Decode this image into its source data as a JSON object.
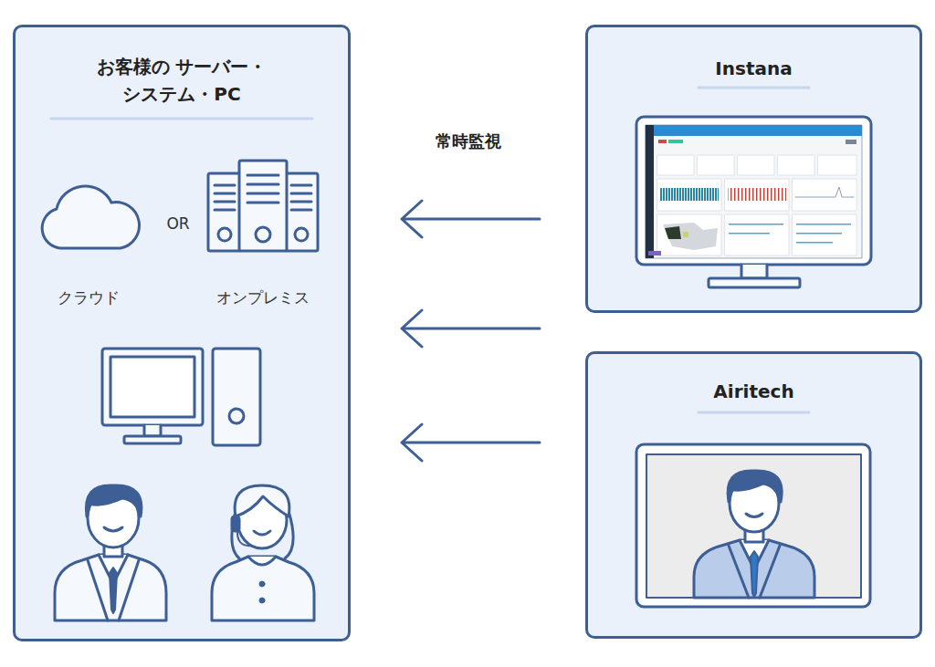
{
  "diagram": {
    "nodes": [
      {
        "text": [
          "お客様の サーバー・システム・PC"
        ]
      },
      {
        "text": [
          "Instana"
        ]
      },
      {
        "text": [
          "Airitech"
        ]
      }
    ],
    "edges": [
      {
        "from": 1,
        "to": 0,
        "arrow": "to"
      },
      {
        "from": 1,
        "to": 0,
        "arrow": "to"
      },
      {
        "from": 2,
        "to": 0,
        "arrow": "to"
      }
    ],
    "labels": [
      "常時監視",
      "OR",
      "クラウド",
      "オンプレミス"
    ]
  }
}
